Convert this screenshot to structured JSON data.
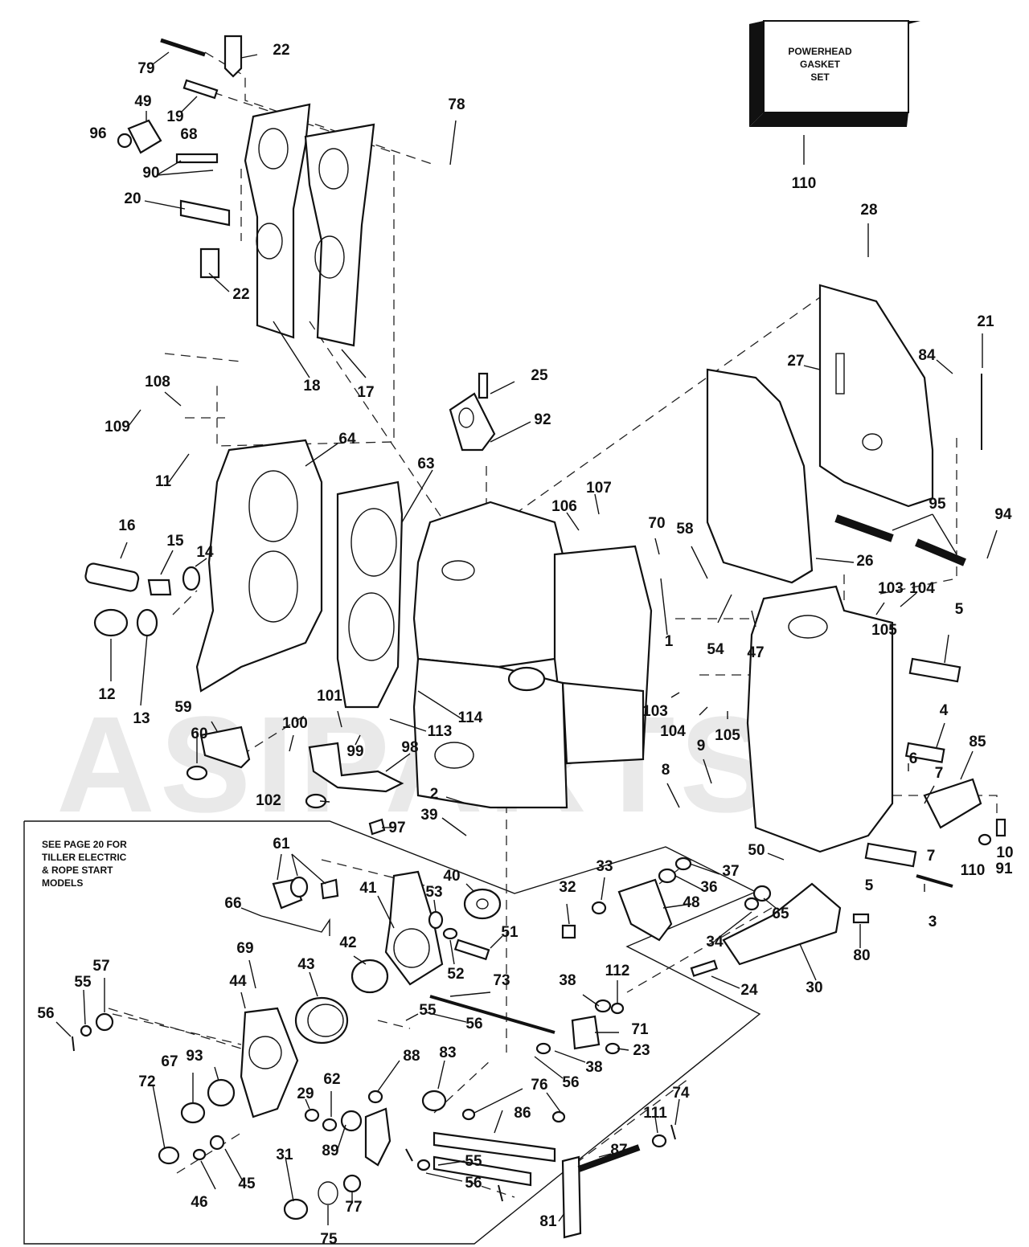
{
  "gasket_box": {
    "title_lines": [
      "POWERHEAD",
      "GASKET",
      "SET"
    ],
    "part_number": "110"
  },
  "note": {
    "lines": [
      "SEE PAGE 20 FOR",
      "TILLER ELECTRIC",
      "& ROPE START",
      "MODELS"
    ]
  },
  "callouts": [
    "79",
    "22",
    "19",
    "49",
    "96",
    "68",
    "90",
    "20",
    "22",
    "78",
    "18",
    "17",
    "108",
    "109",
    "11",
    "64",
    "63",
    "16",
    "15",
    "14",
    "12",
    "13",
    "25",
    "92",
    "107",
    "106",
    "28",
    "21",
    "27",
    "84",
    "95",
    "26",
    "94",
    "70",
    "58",
    "1",
    "54",
    "47",
    "103",
    "104",
    "105",
    "5",
    "103",
    "104",
    "105",
    "4",
    "85",
    "6",
    "7",
    "9",
    "8",
    "59",
    "60",
    "101",
    "100",
    "99",
    "113",
    "114",
    "98",
    "102",
    "97",
    "2",
    "39",
    "61",
    "66",
    "40",
    "41",
    "53",
    "51",
    "52",
    "32",
    "33",
    "37",
    "36",
    "48",
    "50",
    "7",
    "110",
    "10",
    "91",
    "5",
    "3",
    "65",
    "34",
    "80",
    "30",
    "24",
    "69",
    "57",
    "55",
    "56",
    "44",
    "43",
    "42",
    "73",
    "55",
    "56",
    "38",
    "112",
    "71",
    "23",
    "38",
    "56",
    "67",
    "93",
    "72",
    "29",
    "62",
    "88",
    "83",
    "76",
    "86",
    "74",
    "111",
    "87",
    "89",
    "55",
    "56",
    "46",
    "45",
    "31",
    "75",
    "77",
    "81"
  ]
}
